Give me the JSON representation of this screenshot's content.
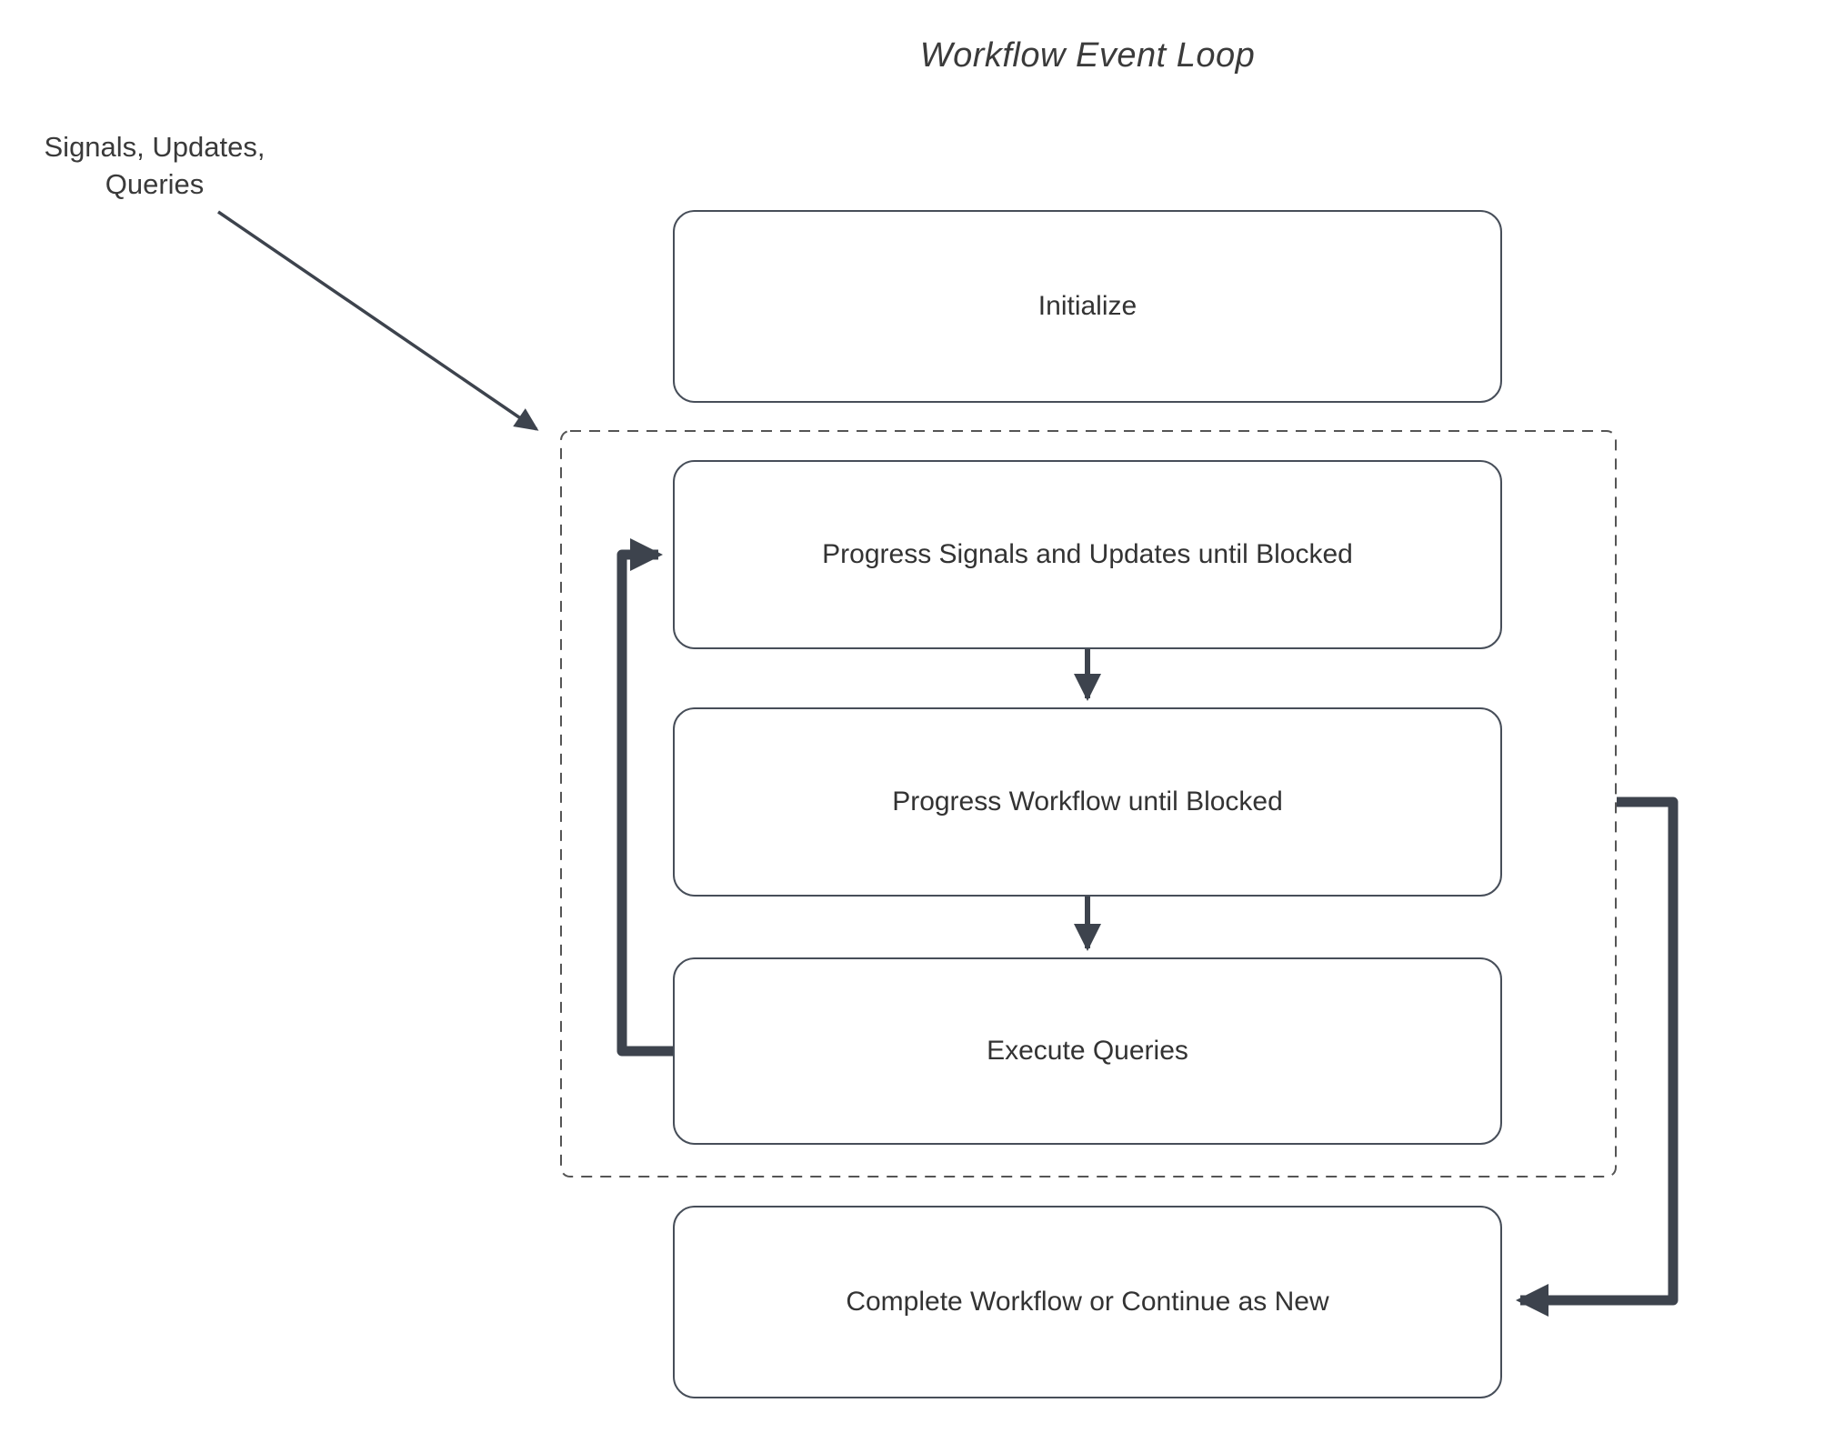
{
  "diagram": {
    "title": "Workflow Event Loop",
    "external_input_label": {
      "line1": "Signals, Updates,",
      "line2": "Queries"
    },
    "nodes": {
      "initialize": {
        "label": "Initialize"
      },
      "progress_signals": {
        "label": "Progress Signals and Updates until Blocked"
      },
      "progress_workflow": {
        "label": "Progress Workflow until Blocked"
      },
      "execute_queries": {
        "label": "Execute Queries"
      },
      "complete": {
        "label": "Complete Workflow or Continue as New"
      }
    },
    "icons": {
      "arrow_external_input": "diagonal-arrow-icon",
      "arrow_down_1": "down-arrow-icon",
      "arrow_down_2": "down-arrow-icon",
      "arrow_loop_back": "loop-back-arrow-icon",
      "arrow_to_complete": "right-loop-arrow-icon"
    },
    "colors": {
      "node_border": "#474e59",
      "arrow": "#3d434d",
      "text": "#333333",
      "dashed_border": "#555555",
      "background": "#ffffff"
    }
  }
}
